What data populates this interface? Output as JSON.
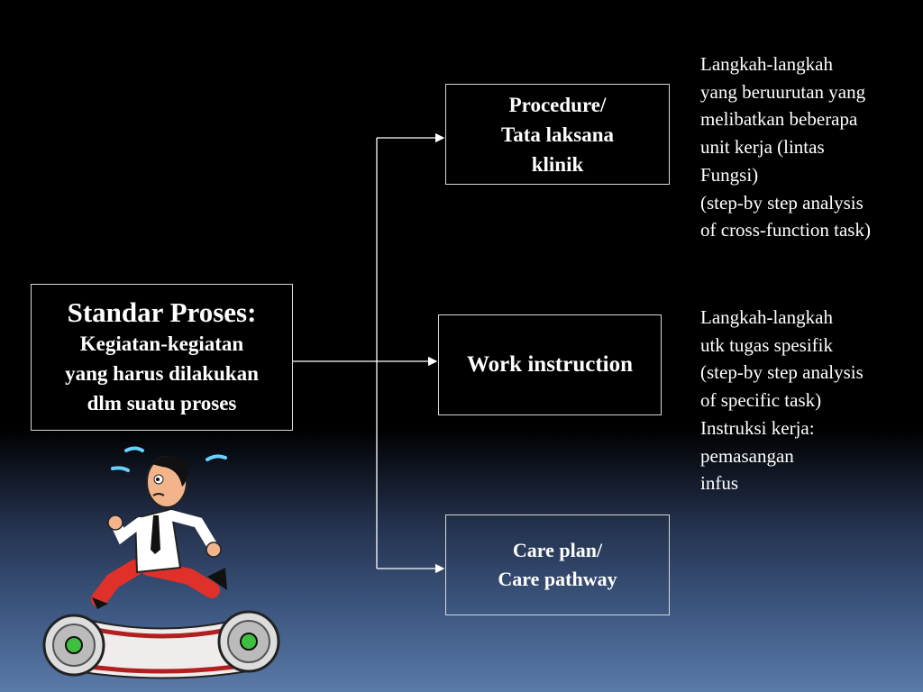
{
  "main_box": {
    "title": "Standar Proses:",
    "lines": [
      "Kegiatan-kegiatan",
      "yang harus dilakukan",
      "dlm suatu proses"
    ]
  },
  "procedure_box": {
    "lines": [
      "Procedure/",
      "Tata laksana",
      "klinik"
    ]
  },
  "work_box": {
    "label": "Work instruction"
  },
  "care_box": {
    "lines": [
      "Care plan/",
      "Care pathway"
    ]
  },
  "procedure_desc": {
    "lines": [
      "Langkah-langkah",
      "yang beruurutan yang",
      "melibatkan beberapa",
      "unit kerja (lintas",
      "Fungsi)",
      "(step-by step analysis",
      "of cross-function  task)"
    ]
  },
  "work_desc": {
    "lines": [
      "Langkah-langkah",
      "utk tugas spesifik",
      "(step-by step analysis",
      "of specific task)",
      "Instruksi kerja:",
      "pemasangan",
      "infus"
    ]
  },
  "colors": {
    "background_top": "#000000",
    "background_bottom": "#5a7aa8",
    "text": "#ffffff",
    "lines": "#ffffff"
  }
}
